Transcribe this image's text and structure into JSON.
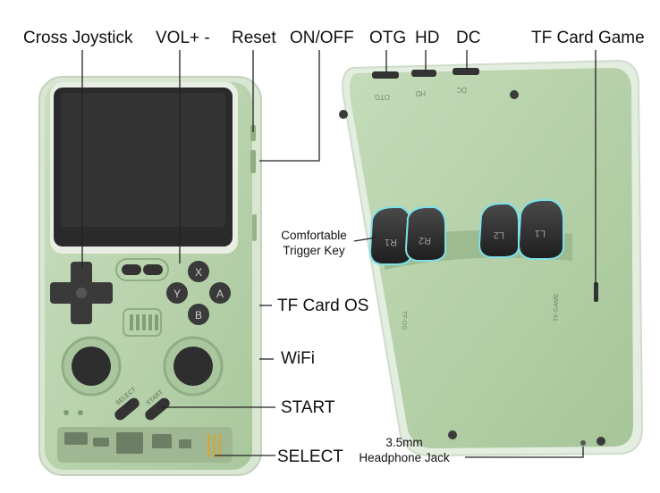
{
  "labels": {
    "cross_joystick": "Cross Joystick",
    "volume": "VOL+ -",
    "reset": "Reset",
    "on_off": "ON/OFF",
    "otg": "OTG",
    "hd": "HD",
    "dc": "DC",
    "tf_card_game": "TF Card Game",
    "comfortable_line1": "Comfortable",
    "comfortable_line2": "Trigger Key",
    "tf_card_os": "TF Card OS",
    "wifi": "WiFi",
    "start": "START",
    "select": "SELECT",
    "headphone_line1": "3.5mm",
    "headphone_line2": "Headphone Jack"
  },
  "device_print": {
    "otg": "OTG",
    "hd": "HD",
    "dc": "DC",
    "r1": "R1",
    "r2": "R2",
    "l2": "L2",
    "l1": "L1",
    "tf_os": "TF-OS",
    "tf_game": "TF-GAME",
    "select": "SELECT",
    "start": "START",
    "button_x": "X",
    "button_y": "Y",
    "button_a": "A",
    "button_b": "B"
  },
  "colors": {
    "body_green": "#b8d4ad",
    "body_green_dark": "#9fbf93",
    "screen": "#2a2a2a",
    "button_dark": "#3a3a3a",
    "trigger": "#2b2b2b",
    "trigger_glow": "#7fe0e8",
    "line": "#222222"
  }
}
